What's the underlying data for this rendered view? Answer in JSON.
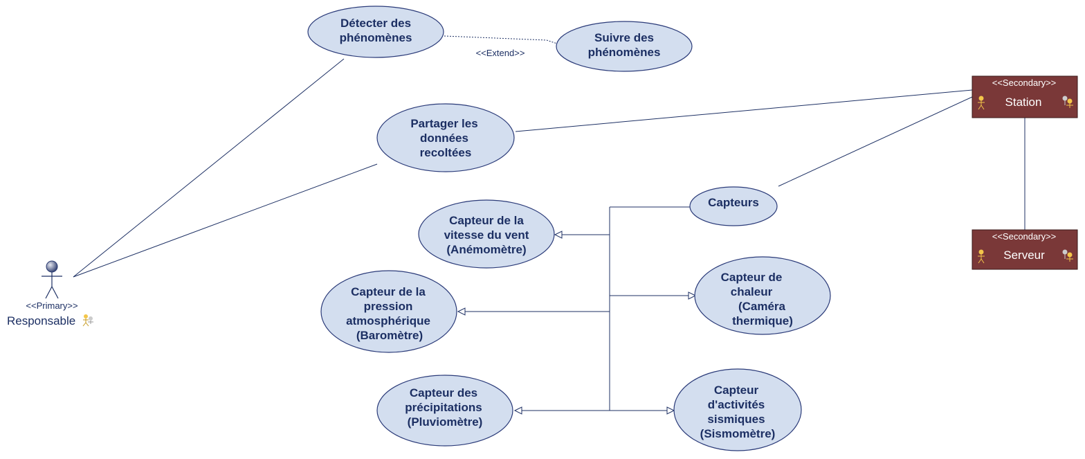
{
  "diagram": {
    "actors": {
      "primary": {
        "stereotype": "<<Primary>>",
        "name": "Responsable",
        "icon": "actor-icon"
      },
      "station": {
        "stereotype": "<<Secondary>>",
        "name": "Station",
        "icon": "actor-icon"
      },
      "serveur": {
        "stereotype": "<<Secondary>>",
        "name": "Serveur",
        "icon": "actor-icon"
      }
    },
    "use_cases": {
      "detecter": [
        "Détecter des",
        "phénomènes"
      ],
      "suivre": [
        "Suivre des",
        "phénomènes"
      ],
      "partager": [
        "Partager les",
        "données",
        "recoltées"
      ],
      "capteurs": [
        "Capteurs"
      ],
      "vent": [
        "Capteur de la",
        "vitesse du vent",
        "(Anémomètre)"
      ],
      "pression": [
        "Capteur de la",
        "pression",
        "atmosphérique",
        "(Baromètre)"
      ],
      "precip": [
        "Capteur des",
        "précipitations",
        "(Pluviomètre)"
      ],
      "chaleur": [
        "Capteur de",
        "chaleur",
        "(Caméra",
        "thermique)"
      ],
      "sismique": [
        "Capteur",
        "d'activités",
        "sismiques",
        "(Sismomètre)"
      ]
    },
    "relations": {
      "extend_label": "<<Extend>>"
    },
    "colors": {
      "usecase_fill": "#d3deef",
      "usecase_text": "#1c2f63",
      "secondary_actor_fill": "#7a3838"
    }
  }
}
